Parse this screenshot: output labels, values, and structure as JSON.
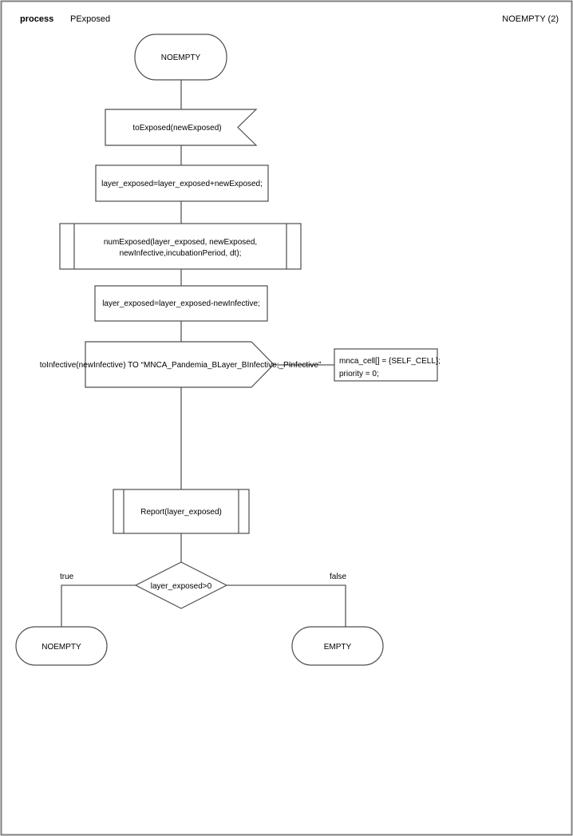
{
  "header": {
    "kind_label": "process",
    "process_name": "PExposed",
    "page_reference": "NOEMPTY (2)"
  },
  "colors": {
    "shape_stroke": "#4d4d4d",
    "connector": "#595959",
    "page_border": "#808080",
    "background": "#ffffff",
    "text": "#000000"
  },
  "diagram": {
    "start_state": {
      "label": "NOEMPTY"
    },
    "input_signal": {
      "label": "toExposed(newExposed)"
    },
    "task1": {
      "label": "layer_exposed=layer_exposed+newExposed;"
    },
    "procedure_call1": {
      "line1": "numExposed(layer_exposed, newExposed,",
      "line2": "newInfective,incubationPeriod, dt);"
    },
    "task2": {
      "label": "layer_exposed=layer_exposed-newInfective;"
    },
    "output_signal": {
      "label": "toInfective(newInfective) TO “MNCA_Pandemia_BLayer_BInfective;_PInfective”"
    },
    "comment": {
      "line1": "mnca_cell[] = {SELF_CELL};",
      "line2": "priority = 0;"
    },
    "procedure_call2": {
      "label": "Report(layer_exposed)"
    },
    "decision": {
      "label": "layer_exposed>0",
      "true_label": "true",
      "false_label": "false"
    },
    "state_true": {
      "label": "NOEMPTY"
    },
    "state_false": {
      "label": "EMPTY"
    }
  }
}
